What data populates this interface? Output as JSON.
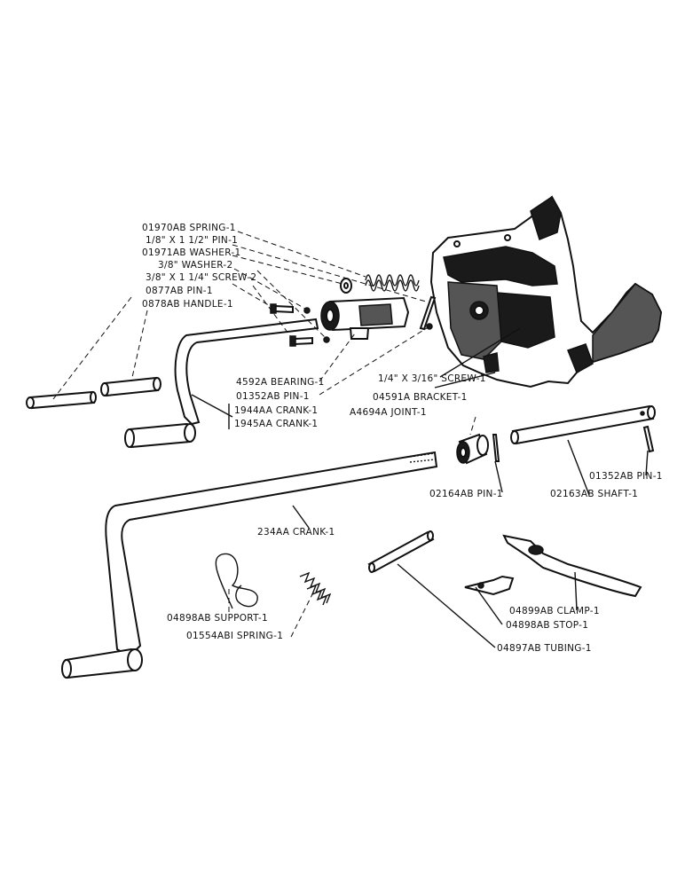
{
  "labels": {
    "spring_01970ab": "01970AB SPRING-1",
    "pin_18x112": "1/8\" X 1 1/2\" PIN-1",
    "washer_01971ab": "01971AB WASHER-1",
    "washer_38": "3/8\" WASHER-2",
    "screw_38x114": "3/8\" X 1 1/4\" SCREW-2",
    "pin_0877ab": "0877AB PIN-1",
    "handle_0878ab": "0878AB HANDLE-1",
    "bearing_4592a": "4592A BEARING-1",
    "pin_01352ab_top": "01352AB PIN-1",
    "crank_1944aa": "1944AA CRANK-1",
    "crank_1945aa": "1945AA CRANK-1",
    "screw_14x316": "1/4\" X 3/16\" SCREW-1",
    "bracket_04591a": "04591A BRACKET-1",
    "joint_a4694a": "A4694A JOINT-1",
    "pin_01352ab_right": "01352AB PIN-1",
    "pin_02164ab": "02164AB PIN-1",
    "shaft_02163ab": "02163AB SHAFT-1",
    "crank_234aa": "234AA CRANK-1",
    "support_04898ab": "04898AB SUPPORT-1",
    "spring_01554abi": "01554ABI SPRING-1",
    "clamp_04899ab": "04899AB CLAMP-1",
    "stop_04898ab": "04898AB STOP-1",
    "tubing_04897ab": "04897AB TUBING-1"
  }
}
